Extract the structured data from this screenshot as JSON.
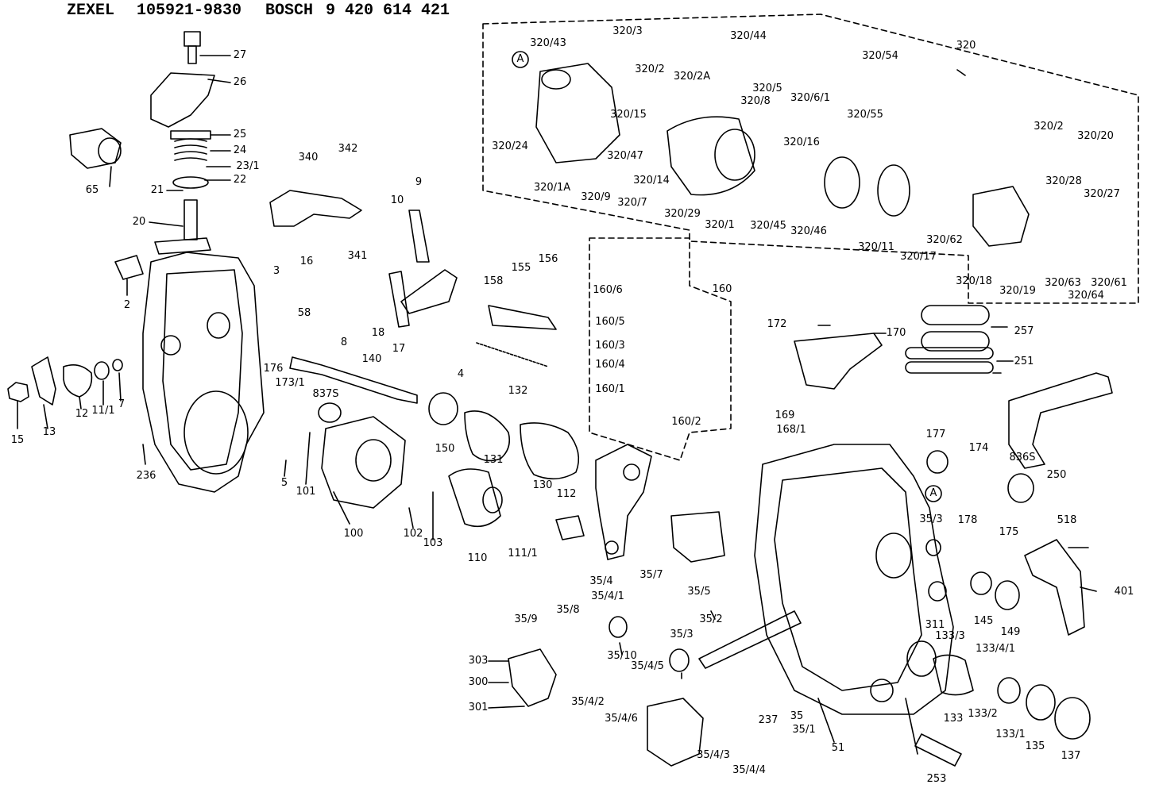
{
  "header": {
    "brand1": "ZEXEL",
    "part1": "105921-9830",
    "brand2": "BOSCH",
    "part2": "9 420 614 421"
  },
  "callouts": [
    "27",
    "26",
    "25",
    "24",
    "23/1",
    "22",
    "21",
    "20",
    "65",
    "2",
    "15",
    "13",
    "12",
    "11/1",
    "7",
    "236",
    "3",
    "16",
    "58",
    "8",
    "18",
    "17",
    "340",
    "342",
    "341",
    "10",
    "9",
    "140",
    "176",
    "173/1",
    "837S",
    "5",
    "101",
    "100",
    "102",
    "103",
    "110",
    "150",
    "131",
    "130",
    "158",
    "155",
    "156",
    "132",
    "4",
    "111/1",
    "112",
    "160",
    "160/6",
    "160/5",
    "160/3",
    "160/4",
    "160/1",
    "160/2",
    "320",
    "320/43",
    "320/3",
    "320/2",
    "320/2A",
    "320/44",
    "320/54",
    "320/5",
    "320/6/1",
    "320/8",
    "320/55",
    "320/15",
    "320/24",
    "320/47",
    "320/14",
    "320/1A",
    "320/9",
    "320/7",
    "320/29",
    "320/1",
    "320/16",
    "320/45",
    "320/46",
    "320/11",
    "320/17",
    "320/62",
    "320/18",
    "320/19",
    "320/20",
    "320/28",
    "320/27",
    "320/63",
    "320/61",
    "320/64",
    "172",
    "170",
    "257",
    "251",
    "169",
    "168/1",
    "177",
    "174",
    "836S",
    "250",
    "178",
    "175",
    "35/3",
    "311",
    "145",
    "149",
    "518",
    "401",
    "35/4",
    "35/4/1",
    "35/7",
    "35/5",
    "35/9",
    "35/8",
    "35/10",
    "35/2",
    "35/4/5",
    "303",
    "300",
    "301",
    "35/4/2",
    "35/4/6",
    "35/4/3",
    "35/4/4",
    "133/3",
    "133/4/1",
    "133",
    "133/2",
    "133/1",
    "135",
    "137",
    "237",
    "35",
    "35/1",
    "51",
    "253"
  ],
  "circled_refs": [
    "A",
    "A"
  ]
}
